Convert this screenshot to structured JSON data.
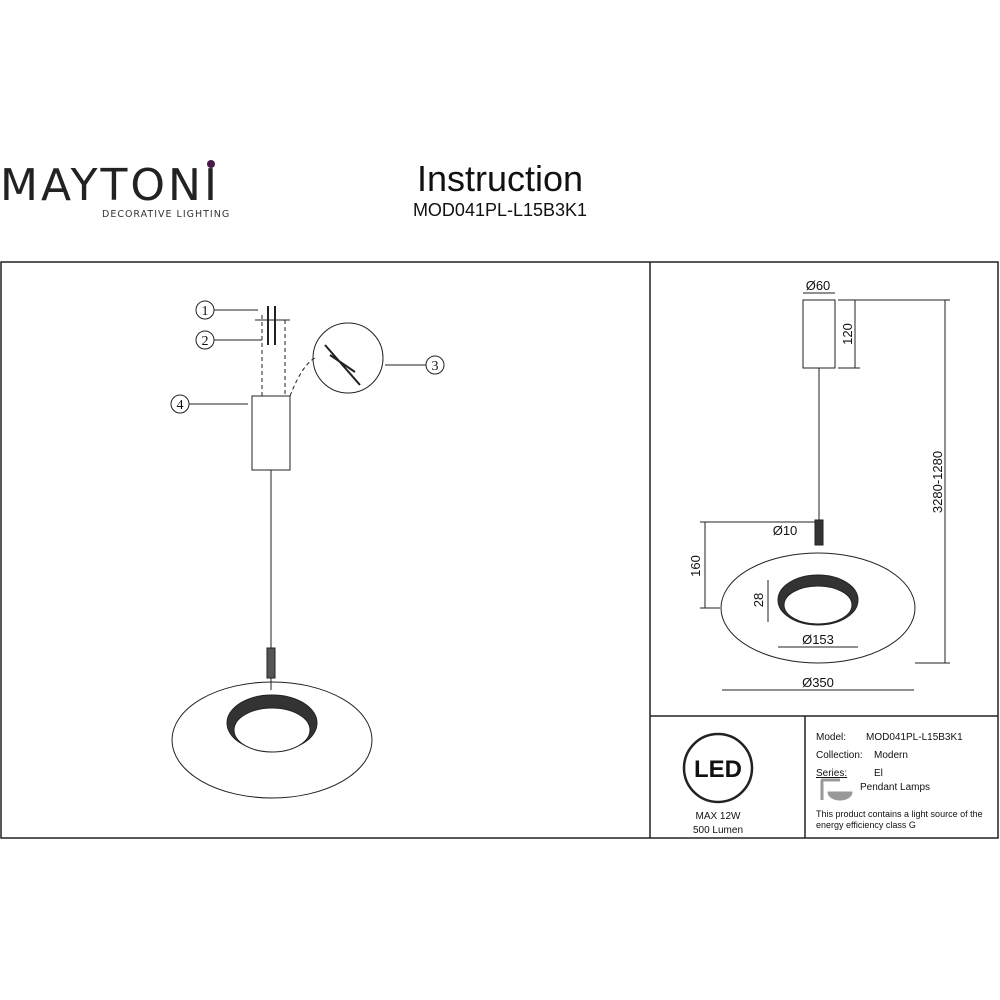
{
  "header": {
    "brand": "MAYTONI",
    "brand_sub": "DECORATIVE LIGHTING",
    "title": "Instruction",
    "model": "MOD041PL-L15B3K1",
    "brand_accent": "#4a1a4a"
  },
  "callouts": [
    "1",
    "2",
    "3",
    "4"
  ],
  "dimensions": {
    "canopy_diameter": "Ø60",
    "canopy_height": "120",
    "total_height": "3280-1280",
    "cord_diameter": "Ø10",
    "lamp_height": "160",
    "ring_height": "28",
    "ring_diameter": "Ø153",
    "disc_diameter": "Ø350"
  },
  "spec": {
    "led_label": "LED",
    "power": "MAX 12W",
    "lumen": "500 Lumen"
  },
  "info": {
    "model_label": "Model:",
    "model_value": "MOD041PL-L15B3K1",
    "collection_label": "Collection:",
    "collection_value": "Modern",
    "series_label": "Series:",
    "series_value": "El",
    "type": "Pendant Lamps",
    "energy_note": "This product contains a light source of the energy efficiency class G"
  }
}
